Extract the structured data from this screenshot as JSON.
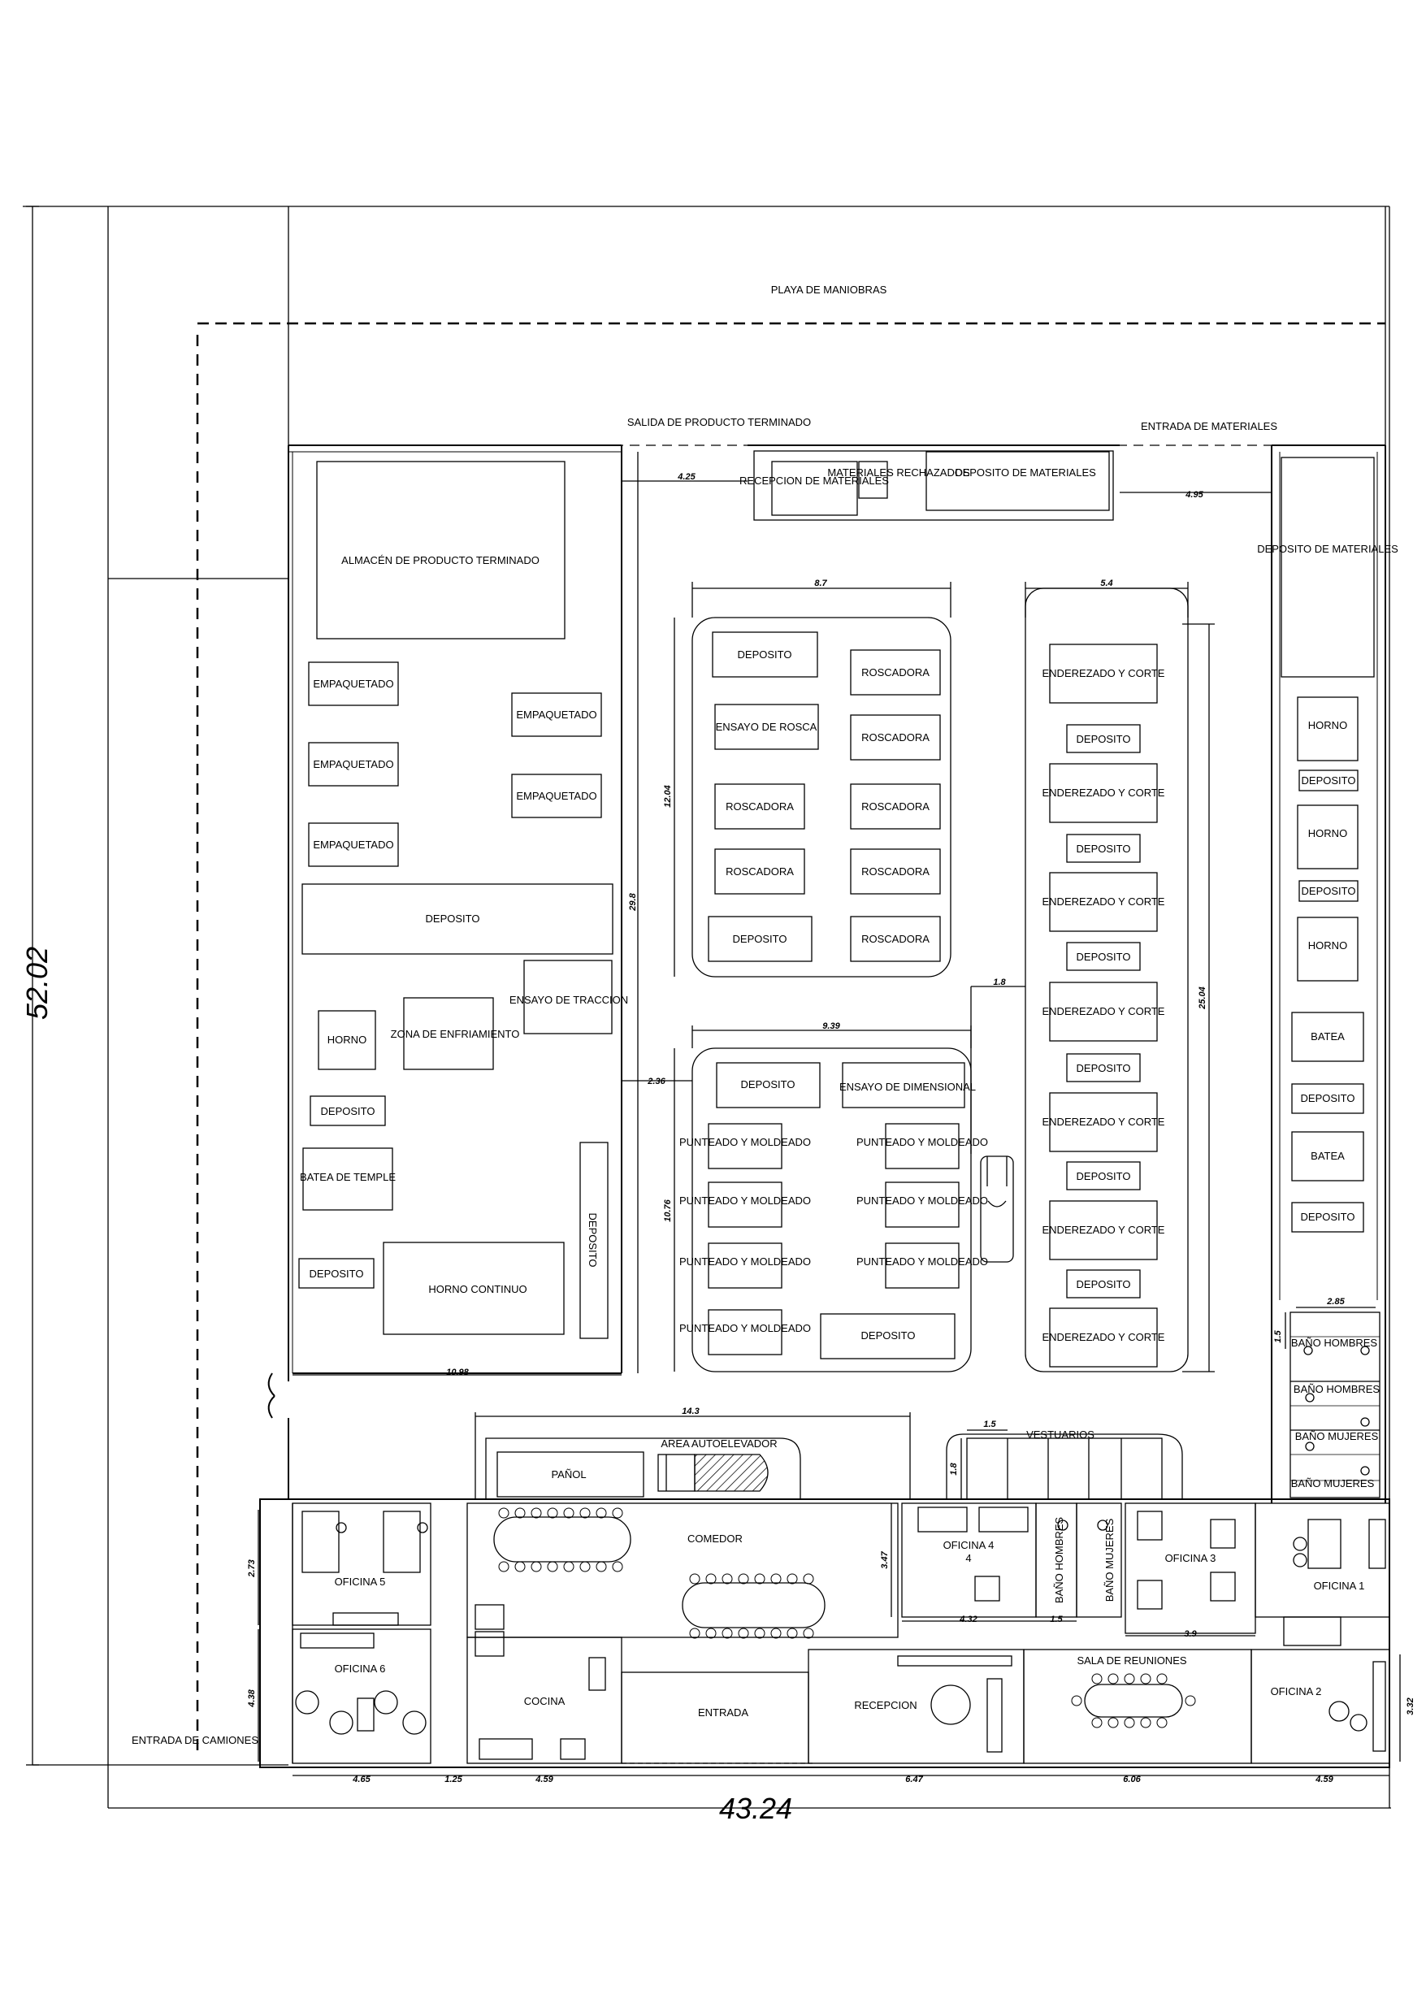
{
  "plan": {
    "overall": {
      "width": "43.24",
      "height": "52.02"
    },
    "areas": {
      "playa": "PLAYA DE MANIOBRAS",
      "salida": "SALIDA DE PRODUCTO TERMINADO",
      "entrada_materiales": "ENTRADA DE MATERIALES",
      "entrada_camiones": "ENTRADA DE CAMIONES"
    },
    "rooms": {
      "almacen": "ALMACÉN DE PRODUCTO TERMINADO",
      "empaquetado": "EMPAQUETADO",
      "deposito": "DEPOSITO",
      "horno": "HORNO",
      "zona_enfriamiento": "ZONA DE ENFRIAMIENTO",
      "ensayo_traccion": "ENSAYO DE TRACCION",
      "batea_temple": "BATEA DE TEMPLE",
      "horno_continuo": "HORNO CONTINUO",
      "recepcion_materiales": "RECEPCION DE MATERIALES",
      "materiales_rechazados": "MATERIALES RECHAZADOS",
      "deposito_materiales": "DEPOSITO DE MATERIALES",
      "roscadora": "ROSCADORA",
      "ensayo_rosca": "ENSAYO DE ROSCA",
      "punteado": "PUNTEADO Y MOLDEADO",
      "ensayo_dimensional": "ENSAYO DE DIMENSIONAL",
      "enderezado": "ENDEREZADO Y CORTE",
      "batea": "BATEA",
      "bano_hombres": "BAÑO HOMBRES",
      "bano_mujeres": "BAÑO MUJERES",
      "area_autoelevador": "AREA AUTOELEVADOR",
      "panol": "PAÑOL",
      "vestuarios": "VESTUARIOS",
      "comedor": "COMEDOR",
      "cocina": "COCINA",
      "entrada": "ENTRADA",
      "recepcion": "RECEPCION",
      "sala_reuniones": "SALA DE REUNIONES",
      "oficina_1": "OFICINA 1",
      "oficina_2": "OFICINA 2",
      "oficina_3": "OFICINA 3",
      "oficina_4": "OFICINA 4",
      "oficina_5": "OFICINA 5",
      "oficina_6": "OFICINA 6"
    },
    "dims": {
      "d425": "4.25",
      "d495": "4.95",
      "d87": "8.7",
      "d54": "5.4",
      "d1204": "12.04",
      "d298": "29.8",
      "d2504": "25.04",
      "d18": "1.8",
      "d939": "9.39",
      "d236": "2.36",
      "d1076": "10.76",
      "d1098": "10.98",
      "d285": "2.85",
      "d15": "1.5",
      "d143": "14.3",
      "d347": "3.47",
      "d432": "4.32",
      "d39": "3.9",
      "d273": "2.73",
      "d438": "4.38",
      "d465": "4.65",
      "d125": "1.25",
      "d459": "4.59",
      "d647": "6.47",
      "d606": "6.06",
      "d332": "3.32"
    }
  }
}
